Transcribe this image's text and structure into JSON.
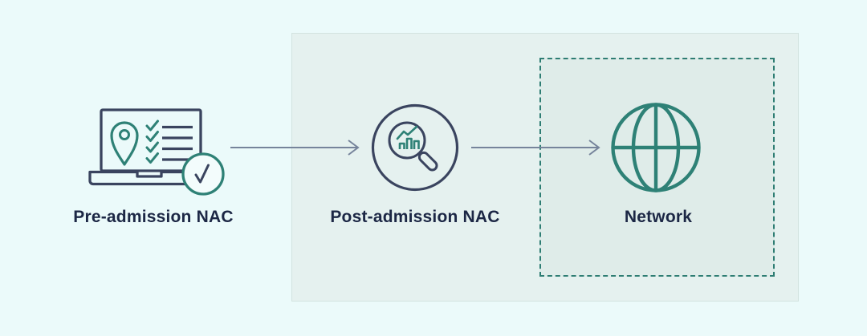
{
  "diagram": {
    "type": "flow",
    "nodes": [
      {
        "label": "Pre-admission NAC",
        "icon": "laptop-checklist-icon"
      },
      {
        "label": "Post-admission NAC",
        "icon": "magnifier-analytics-icon"
      },
      {
        "label": "Network",
        "icon": "globe-icon"
      }
    ],
    "connections": [
      {
        "from": "Pre-admission NAC",
        "to": "Post-admission NAC"
      },
      {
        "from": "Post-admission NAC",
        "to": "Network"
      }
    ]
  },
  "colors": {
    "page_bg": "#EBFAFA",
    "panel_bg": "#E5F1EF",
    "panel_border": "#D3E3E0",
    "zone_bg": "#DFECE9",
    "dashed_border": "#2E7D73",
    "icon_navy": "#3A445F",
    "icon_teal": "#2E8176",
    "arrow": "#76849B",
    "label_text": "#1C2745",
    "badge_fill": "#F3FCFC"
  }
}
